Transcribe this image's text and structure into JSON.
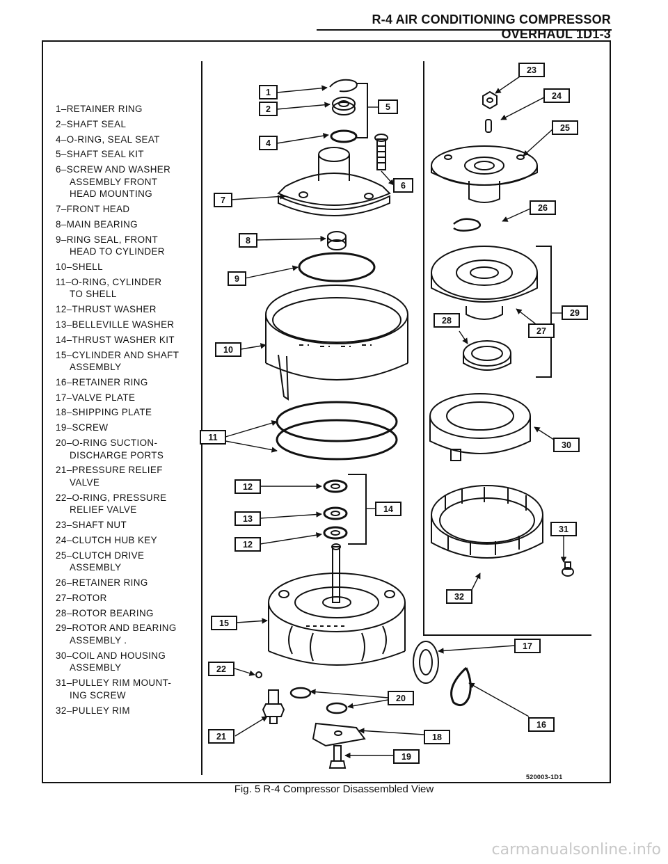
{
  "header": {
    "title": "R-4 AIR CONDITIONING COMPRESSOR OVERHAUL  1D1-3"
  },
  "legend": [
    {
      "num": "1",
      "line1": "1–RETAINER RING",
      "line2": ""
    },
    {
      "num": "2",
      "line1": "2–SHAFT SEAL",
      "line2": ""
    },
    {
      "num": "4",
      "line1": "4–O-RING, SEAL SEAT",
      "line2": ""
    },
    {
      "num": "5",
      "line1": "5–SHAFT SEAL KIT",
      "line2": ""
    },
    {
      "num": "6",
      "line1": "6–SCREW AND WASHER",
      "line2": "ASSEMBLY FRONT",
      "line3": "HEAD MOUNTING"
    },
    {
      "num": "7",
      "line1": "7–FRONT HEAD",
      "line2": ""
    },
    {
      "num": "8",
      "line1": "8–MAIN BEARING",
      "line2": ""
    },
    {
      "num": "9",
      "line1": "9–RING SEAL, FRONT",
      "line2": "HEAD TO CYLINDER"
    },
    {
      "num": "10",
      "line1": "10–SHELL",
      "line2": ""
    },
    {
      "num": "11",
      "line1": "11–O-RING, CYLINDER",
      "line2": "TO SHELL"
    },
    {
      "num": "12",
      "line1": "12–THRUST WASHER",
      "line2": ""
    },
    {
      "num": "13",
      "line1": "13–BELLEVILLE WASHER",
      "line2": ""
    },
    {
      "num": "14",
      "line1": "14–THRUST WASHER KIT",
      "line2": ""
    },
    {
      "num": "15",
      "line1": "15–CYLINDER AND SHAFT",
      "line2": "ASSEMBLY"
    },
    {
      "num": "16",
      "line1": "16–RETAINER RING",
      "line2": ""
    },
    {
      "num": "17",
      "line1": "17–VALVE PLATE",
      "line2": ""
    },
    {
      "num": "18",
      "line1": "18–SHIPPING PLATE",
      "line2": ""
    },
    {
      "num": "19",
      "line1": "19–SCREW",
      "line2": ""
    },
    {
      "num": "20",
      "line1": "20–O-RING SUCTION-",
      "line2": "DISCHARGE PORTS"
    },
    {
      "num": "21",
      "line1": "21–PRESSURE RELIEF",
      "line2": "VALVE"
    },
    {
      "num": "22",
      "line1": "22–O-RING, PRESSURE",
      "line2": "RELIEF VALVE"
    },
    {
      "num": "23",
      "line1": "23–SHAFT NUT",
      "line2": ""
    },
    {
      "num": "24",
      "line1": "24–CLUTCH HUB KEY",
      "line2": ""
    },
    {
      "num": "25",
      "line1": "25–CLUTCH DRIVE",
      "line2": "ASSEMBLY"
    },
    {
      "num": "26",
      "line1": "26–RETAINER RING",
      "line2": ""
    },
    {
      "num": "27",
      "line1": "27–ROTOR",
      "line2": ""
    },
    {
      "num": "28",
      "line1": "28–ROTOR BEARING",
      "line2": ""
    },
    {
      "num": "29",
      "line1": "29–ROTOR AND BEARING",
      "line2": "ASSEMBLY   ."
    },
    {
      "num": "30",
      "line1": "30–COIL AND HOUSING",
      "line2": "ASSEMBLY"
    },
    {
      "num": "31",
      "line1": "31–PULLEY RIM MOUNT-",
      "line2": "ING SCREW"
    },
    {
      "num": "32",
      "line1": "32–PULLEY RIM",
      "line2": ""
    }
  ],
  "callouts": {
    "c1": "1",
    "c2": "2",
    "c4": "4",
    "c5": "5",
    "c6": "6",
    "c7": "7",
    "c8": "8",
    "c9": "9",
    "c10": "10",
    "c11": "11",
    "c12a": "12",
    "c12b": "12",
    "c13": "13",
    "c14": "14",
    "c15": "15",
    "c16": "16",
    "c17": "17",
    "c18": "18",
    "c19": "19",
    "c20": "20",
    "c21": "21",
    "c22": "22",
    "c23": "23",
    "c24": "24",
    "c25": "25",
    "c26": "26",
    "c27": "27",
    "c28": "28",
    "c29": "29",
    "c30": "30",
    "c31": "31",
    "c32": "32"
  },
  "figure": {
    "code": "520003-1D1",
    "caption": "Fig. 5 R-4 Compressor Disassembled View"
  },
  "watermark": "carmanualsonline.info"
}
